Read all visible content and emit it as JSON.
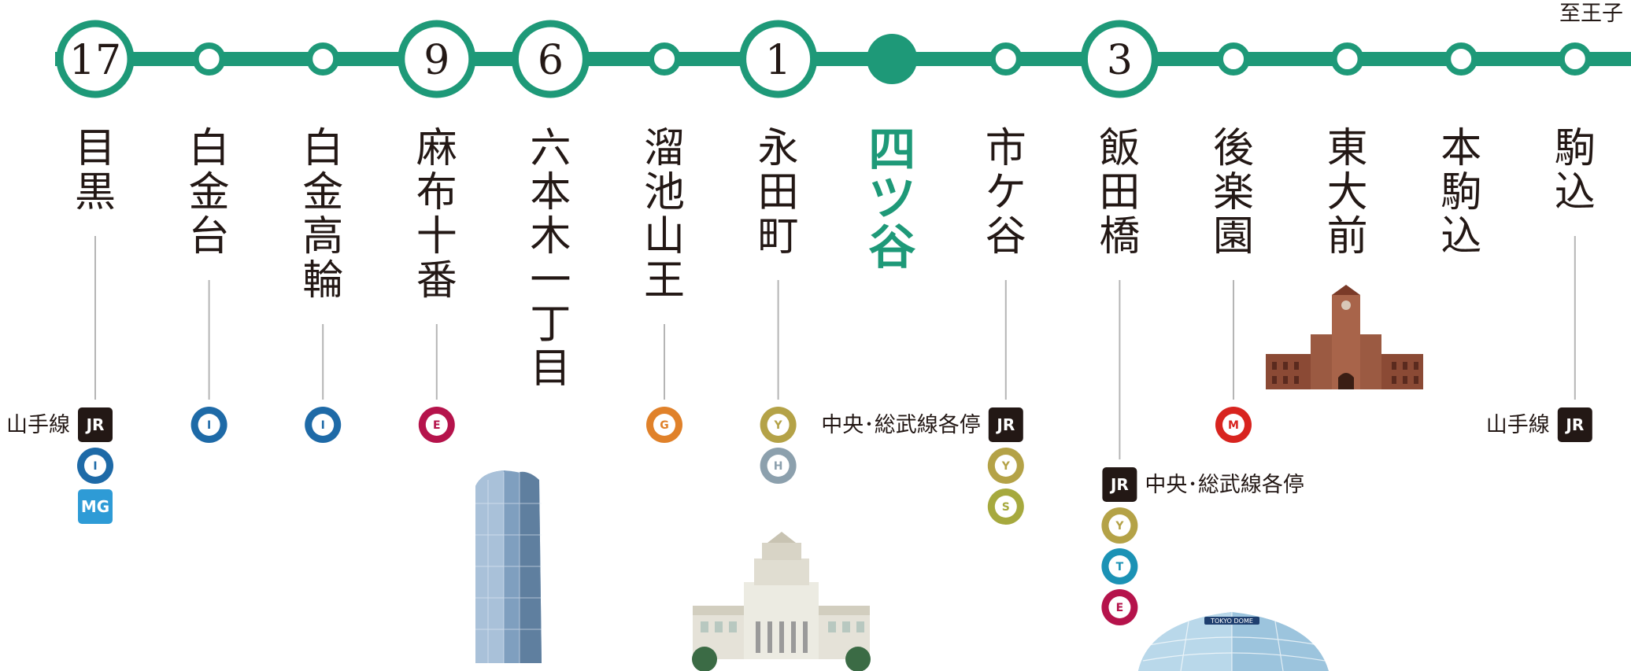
{
  "direction_label": "至王子",
  "colors": {
    "line": "#1e9978",
    "JR": "#231815",
    "I": "#1e6aa7",
    "MG": "#2e9bd6",
    "E": "#b5134b",
    "G": "#e0812a",
    "Y": "#b4a247",
    "H": "#8ca0ad",
    "S": "#a6a93e",
    "T": "#1b92b5",
    "M": "#d8241f",
    "text": "#231815",
    "highlight": "#1e9978",
    "leader": "#b5b5b5"
  },
  "stations": [
    {
      "name": "目黒",
      "travel_time": "17",
      "lines_left": [
        {
          "label": "山手線",
          "badge": "JR"
        }
      ],
      "badges": [
        "I",
        "MG"
      ]
    },
    {
      "name": "白金台",
      "travel_time": "",
      "badges": [
        "I"
      ]
    },
    {
      "name": "白金高輪",
      "travel_time": "",
      "badges": [
        "I"
      ]
    },
    {
      "name": "麻布十番",
      "travel_time": "9",
      "badges": [
        "E"
      ]
    },
    {
      "name": "六本木一丁目",
      "travel_time": "6",
      "badges": []
    },
    {
      "name": "溜池山王",
      "travel_time": "",
      "badges": [
        "G"
      ]
    },
    {
      "name": "永田町",
      "travel_time": "1",
      "badges": [
        "Y",
        "H"
      ]
    },
    {
      "name": "四ツ谷",
      "travel_time": "",
      "current": true,
      "badges": []
    },
    {
      "name": "市ケ谷",
      "travel_time": "",
      "lines_left": [
        {
          "label": "中央･総武線各停",
          "badge": "JR"
        }
      ],
      "badges": [
        "Y",
        "S"
      ]
    },
    {
      "name": "飯田橋",
      "travel_time": "3",
      "lines_right": [
        {
          "label": "中央･総武線各停",
          "badge": "JR"
        }
      ],
      "badges": [
        "Y",
        "T",
        "E"
      ]
    },
    {
      "name": "後楽園",
      "travel_time": "",
      "badges": [
        "M"
      ]
    },
    {
      "name": "東大前",
      "travel_time": "",
      "badges": []
    },
    {
      "name": "本駒込",
      "travel_time": "",
      "badges": []
    },
    {
      "name": "駒込",
      "travel_time": "",
      "lines_left": [
        {
          "label": "山手線",
          "badge": "JR"
        }
      ],
      "badges": []
    }
  ],
  "landmarks": [
    {
      "icon": "office-tower-icon"
    },
    {
      "icon": "national-diet-building-icon"
    },
    {
      "icon": "tokyo-dome-icon",
      "sign": "TOKYO DOME"
    },
    {
      "icon": "yasuda-auditorium-icon"
    }
  ]
}
